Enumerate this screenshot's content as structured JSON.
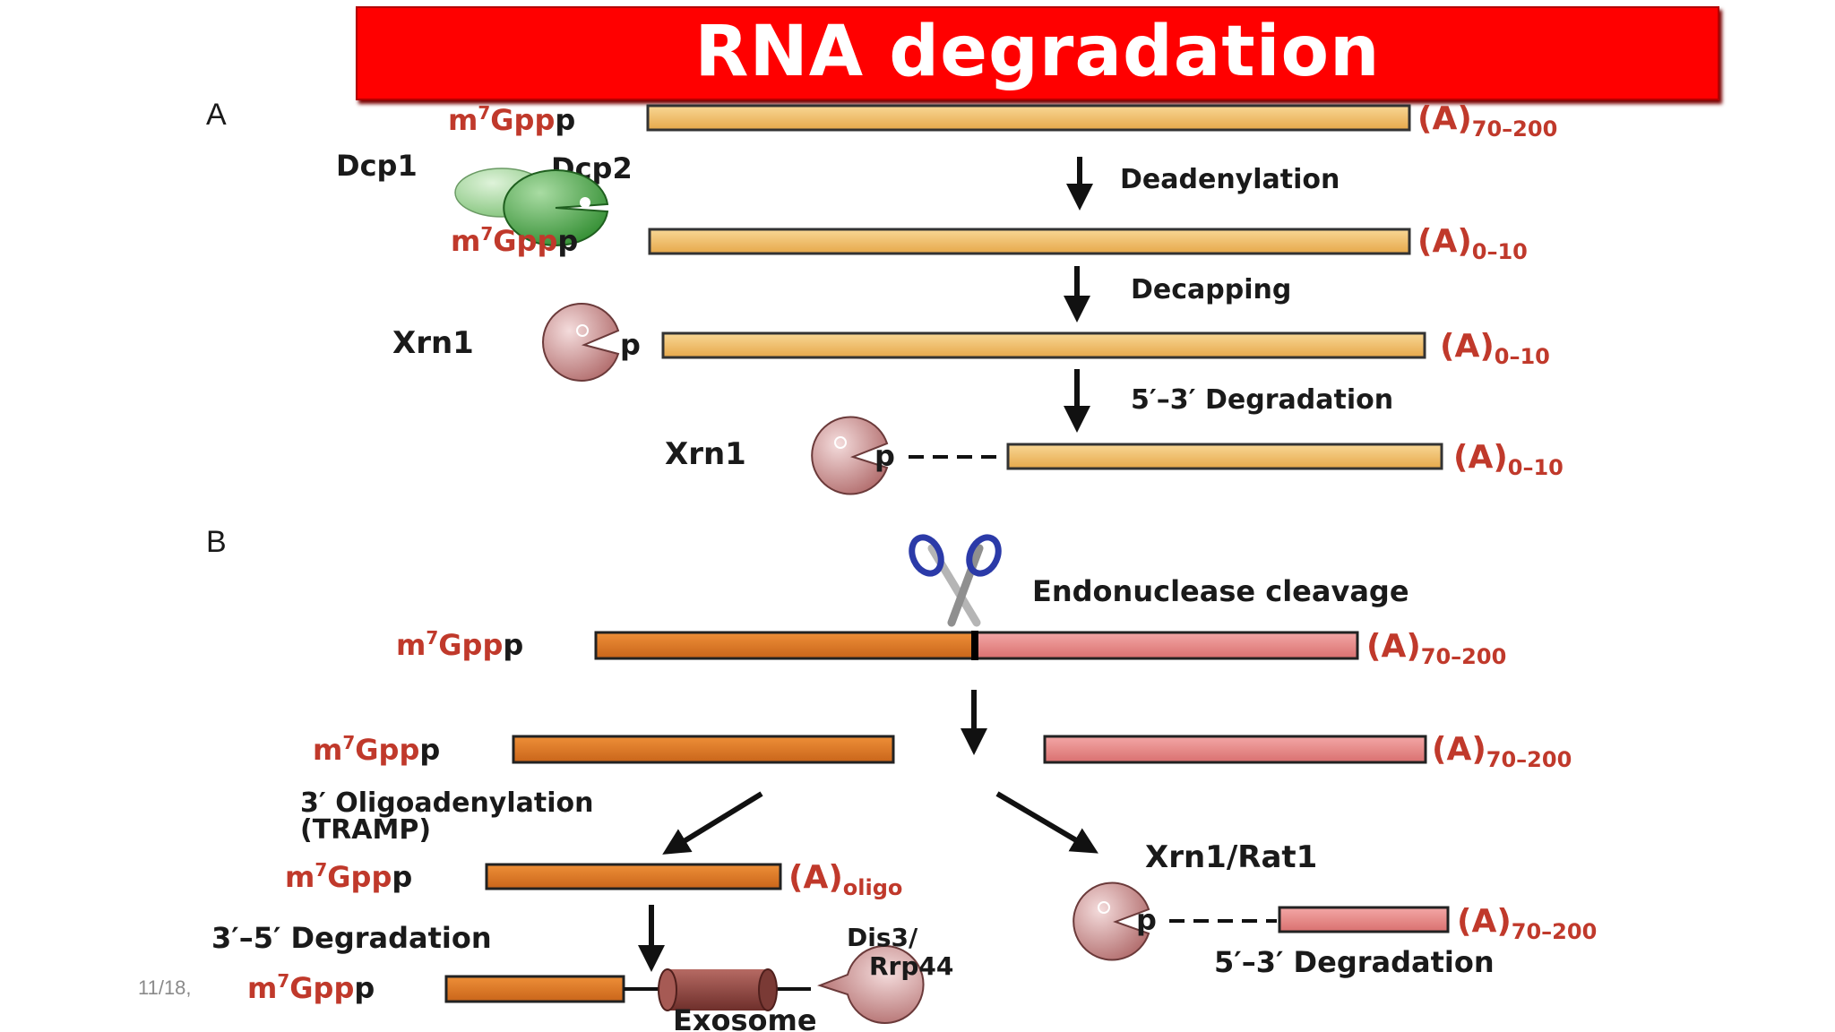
{
  "title": "RNA degradation",
  "date_stamp": "11/18,",
  "panels": {
    "a": "A",
    "b": "B"
  },
  "labels": {
    "dcp1": "Dcp1",
    "dcp2": "Dcp2",
    "xrn1": "Xrn1",
    "xrn1_rat1": "Xrn1/Rat1",
    "dis3_line1": "Dis3/",
    "dis3_line2": "Rrp44",
    "exosome": "Exosome",
    "p": "p"
  },
  "cap": {
    "prefix": "m",
    "sup": "7",
    "mid": "Gpp",
    "end": "p"
  },
  "tails": {
    "a70_200": {
      "base": "(A)",
      "sub": "70–200"
    },
    "a0_10": {
      "base": "(A)",
      "sub": "0–10"
    },
    "aoligo": {
      "base": "(A)",
      "sub": "oligo"
    }
  },
  "steps": {
    "deadenylation": "Deadenylation",
    "decapping": "Decapping",
    "deg53": "5′–3′ Degradation",
    "endo": "Endonuclease cleavage",
    "oligo_line1": "3′ Oligoadenylation",
    "oligo_line2": "(TRAMP)",
    "deg35": "3′–5′ Degradation",
    "deg53_b": "5′–3′ Degradation"
  },
  "colors": {
    "banner": "#ff0000",
    "title_text": "#ffffff",
    "bar_yellow": "#f2c06a",
    "bar_orange": "#e07b25",
    "bar_pink": "#e8898a",
    "cap_red": "#c0392b",
    "dcp1_green": "#8fcf86",
    "dcp2_green": "#3a9a3a",
    "xrn1_pink": "#c98a8a",
    "exosome_brown": "#8e4a45"
  }
}
